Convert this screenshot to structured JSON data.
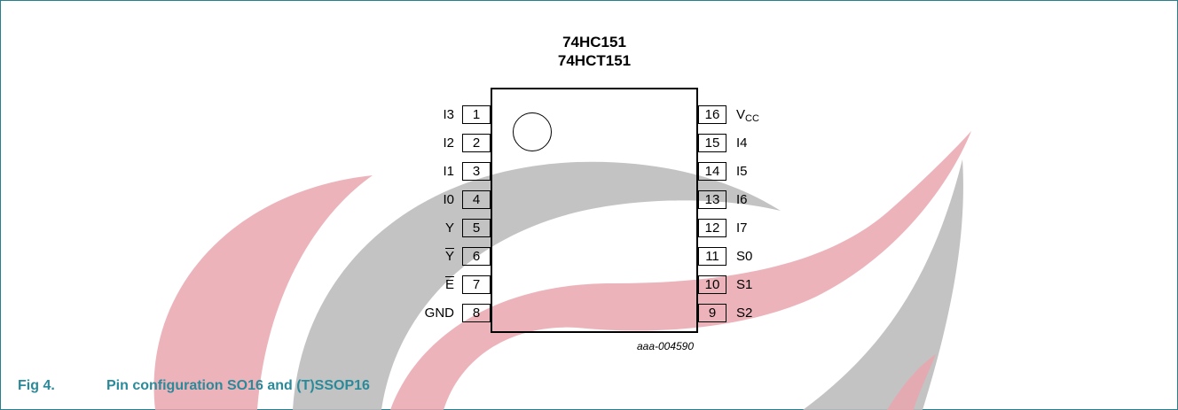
{
  "chip": {
    "title_line1": "74HC151",
    "title_line2": "74HCT151"
  },
  "left_pins": [
    {
      "number": "1",
      "name": "I3"
    },
    {
      "number": "2",
      "name": "I2"
    },
    {
      "number": "3",
      "name": "I1"
    },
    {
      "number": "4",
      "name": "I0"
    },
    {
      "number": "5",
      "name": "Y"
    },
    {
      "number": "6",
      "name": "Y",
      "overbar": true
    },
    {
      "number": "7",
      "name": "E",
      "overbar": true
    },
    {
      "number": "8",
      "name": "GND"
    }
  ],
  "right_pins": [
    {
      "number": "16",
      "name": "V",
      "subscript": "CC"
    },
    {
      "number": "15",
      "name": "I4"
    },
    {
      "number": "14",
      "name": "I5"
    },
    {
      "number": "13",
      "name": "I6"
    },
    {
      "number": "12",
      "name": "I7"
    },
    {
      "number": "11",
      "name": "S0"
    },
    {
      "number": "10",
      "name": "S1"
    },
    {
      "number": "9",
      "name": "S2"
    }
  ],
  "reference_code": "aaa-004590",
  "figure": {
    "label": "Fig 4.",
    "title": "Pin configuration SO16 and (T)SSOP16"
  },
  "colors": {
    "frame": "#2a7f8f",
    "caption": "#2a8a9a",
    "watermark_red": "#e8a0a8",
    "watermark_gray": "#b8b8b8"
  }
}
